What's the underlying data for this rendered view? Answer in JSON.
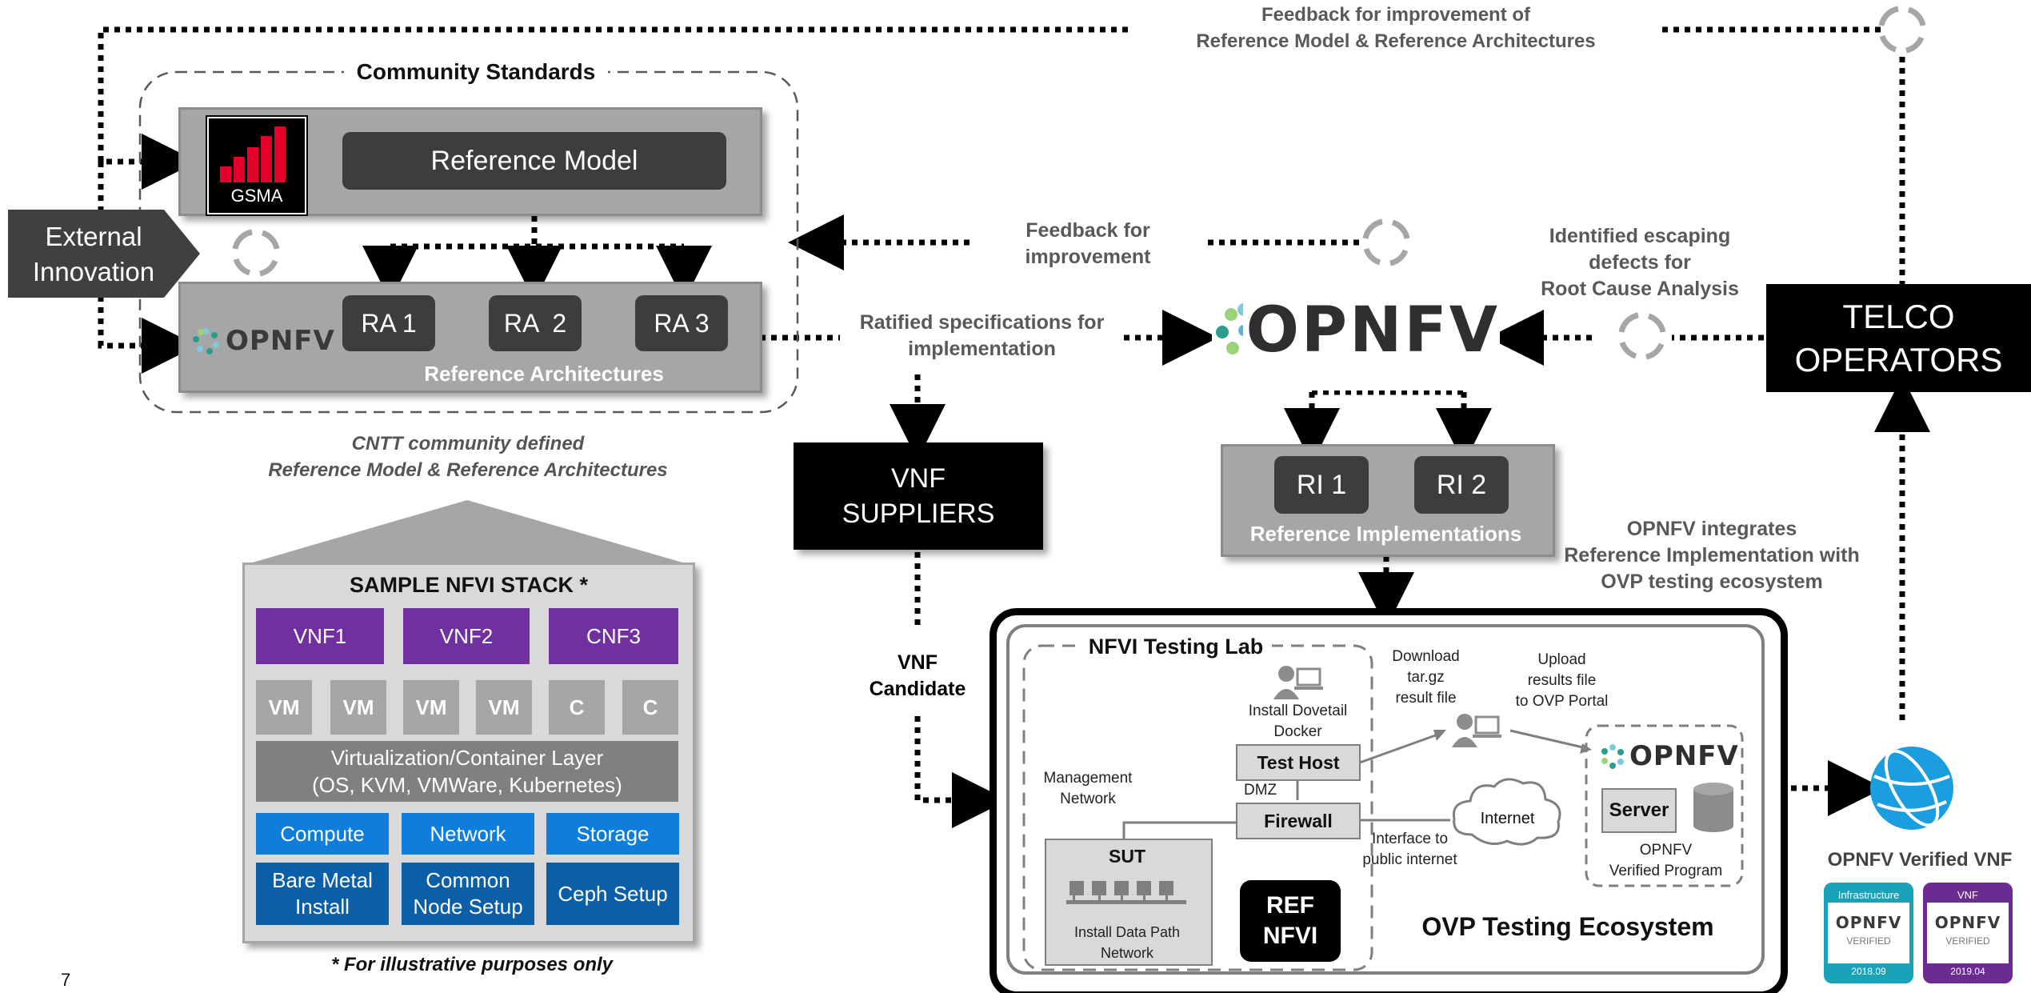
{
  "top_feedback": {
    "line1": "Feedback for improvement of",
    "line2": "Reference Model & Reference Architectures"
  },
  "community_standards": "Community Standards",
  "gsma_logo": "GSMA",
  "reference_model": "Reference Model",
  "external_innovation": {
    "line1": "External",
    "line2": "Innovation"
  },
  "opnfv_small": "OPNFV",
  "ra_items": [
    "RA 1",
    "RA  2",
    "RA 3"
  ],
  "reference_architectures": "Reference Architectures",
  "cntt_caption": {
    "line1": "CNTT community defined",
    "line2": "Reference Model  & Reference Architectures"
  },
  "feedback_improvement": {
    "line1": "Feedback for",
    "line2": "improvement"
  },
  "ratified": {
    "line1": "Ratified specifications for",
    "line2": "implementation"
  },
  "opnfv_big": "OPNFV",
  "identified_defects": {
    "line1": "Identified escaping",
    "line2": "defects for",
    "line3": "Root Cause Analysis"
  },
  "telco_operators": {
    "line1": "TELCO",
    "line2": "OPERATORS"
  },
  "vnf_suppliers": {
    "line1": "VNF",
    "line2": "SUPPLIERS"
  },
  "ri_items": [
    "RI 1",
    "RI 2"
  ],
  "reference_implementations": "Reference Implementations",
  "opnfv_integrates": {
    "line1": "OPNFV integrates",
    "line2": "Reference Implementation  with",
    "line3": "OVP testing ecosystem"
  },
  "vnf_candidate": {
    "line1": "VNF",
    "line2": "Candidate"
  },
  "stack": {
    "title": "SAMPLE NFVI STACK *",
    "vnfs": [
      "VNF1",
      "VNF2",
      "CNF3"
    ],
    "vms": [
      "VM",
      "VM",
      "VM",
      "VM",
      "C",
      "C"
    ],
    "virt": {
      "line1": "Virtualization/Container Layer",
      "line2": "(OS, KVM, VMWare, Kubernetes)"
    },
    "resources": [
      "Compute",
      "Network",
      "Storage"
    ],
    "setup": [
      {
        "line1": "Bare Metal",
        "line2": "Install"
      },
      {
        "line1": "Common",
        "line2": "Node Setup"
      },
      {
        "line1": "Ceph Setup",
        "line2": ""
      }
    ],
    "footnote": "* For illustrative purposes only"
  },
  "lab": {
    "title": "NFVI Testing Lab",
    "install_dovetail": {
      "line1": "Install Dovetail",
      "line2": "Docker"
    },
    "download": {
      "line1": "Download",
      "line2": "tar.gz",
      "line3": "result file"
    },
    "upload": {
      "line1": "Upload",
      "line2": "results file",
      "line3": "to OVP Portal"
    },
    "test_host": "Test Host",
    "dmz": "DMZ",
    "firewall": "Firewall",
    "management": {
      "line1": "Management",
      "line2": "Network"
    },
    "internet": "Internet",
    "interface": {
      "line1": "Interface to",
      "line2": "public internet"
    },
    "sut": "SUT",
    "install_data_path": {
      "line1": "Install Data Path",
      "line2": "Network"
    },
    "ref_nfvi": {
      "line1": "REF",
      "line2": "NFVI"
    },
    "ovp_opnfv": "OPNFV",
    "server": "Server",
    "ovp_caption": {
      "line1": "OPNFV",
      "line2": "Verified Program"
    },
    "ecosystem": "OVP Testing Ecosystem"
  },
  "verified_vnf": "OPNFV Verified VNF",
  "badges": [
    {
      "category": "Infrastructure",
      "brand": "OPNFV",
      "status": "VERIFIED",
      "date": "2018.09",
      "color": "#1aa3b8"
    },
    {
      "category": "VNF",
      "brand": "OPNFV",
      "status": "VERIFIED",
      "date": "2019.04",
      "color": "#6a2c91"
    }
  ],
  "page_number": "7",
  "colors": {
    "vnf_purple": "#7030a0",
    "vm_gray": "#a6a6a6",
    "virt_gray": "#808080",
    "resource_blue": "#0f7ddb",
    "setup_blue": "#0b5fa8",
    "globe_blue": "#1a9ee0"
  }
}
